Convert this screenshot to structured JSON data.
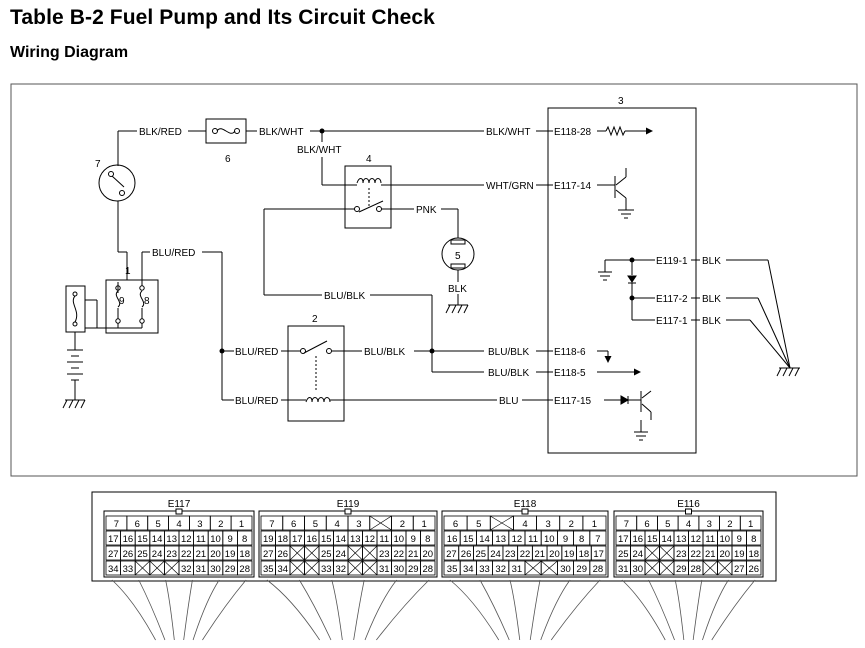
{
  "header": {
    "title": "Table B-2 Fuel Pump and Its Circuit Check",
    "subtitle": "Wiring Diagram"
  },
  "components": {
    "c1": "1",
    "c2": "2",
    "c3": "3",
    "c4": "4",
    "c5": "5",
    "c6": "6",
    "c7": "7",
    "fuse9": "9",
    "fuse8": "8"
  },
  "wires": {
    "blk_red": "BLK/RED",
    "blk_wht_top": "BLK/WHT",
    "blk_wht_main": "BLK/WHT",
    "blk_wht_vert": "BLK/WHT",
    "wht_grn": "WHT/GRN",
    "pnk": "PNK",
    "blk_pump": "BLK",
    "blu_red_top": "BLU/RED",
    "blu_blk_mid": "BLU/BLK",
    "blu_red_mid": "BLU/RED",
    "blu_blk_relay": "BLU/BLK",
    "blu_blk_e1186": "BLU/BLK",
    "blu_blk_e1185": "BLU/BLK",
    "blu_red_bot": "BLU/RED",
    "blu": "BLU",
    "blk_1": "BLK",
    "blk_2": "BLK",
    "blk_3": "BLK"
  },
  "terminals": {
    "e118_28": "E118-28",
    "e117_14": "E117-14",
    "e119_1": "E119-1",
    "e117_2": "E117-2",
    "e117_1": "E117-1",
    "e118_6": "E118-6",
    "e118_5": "E118-5",
    "e117_15": "E117-15"
  },
  "connectors": [
    {
      "name": "E117",
      "rows": [
        [
          "7",
          "6",
          "5",
          "4",
          "3",
          "2",
          "1"
        ],
        [
          "17",
          "16",
          "15",
          "14",
          "13",
          "12",
          "11",
          "10",
          "9",
          "8"
        ],
        [
          "27",
          "26",
          "25",
          "24",
          "23",
          "22",
          "21",
          "20",
          "19",
          "18"
        ],
        [
          "34",
          "33",
          "",
          "",
          "",
          "32",
          "31",
          "30",
          "29",
          "28"
        ]
      ]
    },
    {
      "name": "E119",
      "rows": [
        [
          "7",
          "6",
          "5",
          "4",
          "3",
          "",
          "2",
          "1"
        ],
        [
          "19",
          "18",
          "17",
          "16",
          "15",
          "14",
          "13",
          "12",
          "11",
          "10",
          "9",
          "8"
        ],
        [
          "27",
          "26",
          "",
          "",
          "25",
          "24",
          "",
          "",
          "23",
          "22",
          "21",
          "20"
        ],
        [
          "35",
          "34",
          "",
          "",
          "33",
          "32",
          "",
          "",
          "31",
          "30",
          "29",
          "28"
        ]
      ]
    },
    {
      "name": "E118",
      "rows": [
        [
          "6",
          "5",
          "",
          "4",
          "3",
          "2",
          "1"
        ],
        [
          "16",
          "15",
          "14",
          "13",
          "12",
          "11",
          "10",
          "9",
          "8",
          "7"
        ],
        [
          "27",
          "26",
          "25",
          "24",
          "23",
          "22",
          "21",
          "20",
          "19",
          "18",
          "17"
        ],
        [
          "35",
          "34",
          "33",
          "32",
          "31",
          "",
          "",
          "30",
          "29",
          "28"
        ]
      ]
    },
    {
      "name": "E116",
      "rows": [
        [
          "7",
          "6",
          "5",
          "4",
          "3",
          "2",
          "1"
        ],
        [
          "17",
          "16",
          "15",
          "14",
          "13",
          "12",
          "11",
          "10",
          "9",
          "8"
        ],
        [
          "25",
          "24",
          "",
          "",
          "23",
          "22",
          "21",
          "20",
          "19",
          "18"
        ],
        [
          "31",
          "30",
          "",
          "",
          "29",
          "28",
          "",
          "",
          "27",
          "26"
        ]
      ]
    }
  ],
  "colors": {
    "line": "#000000",
    "border": "#555555"
  }
}
